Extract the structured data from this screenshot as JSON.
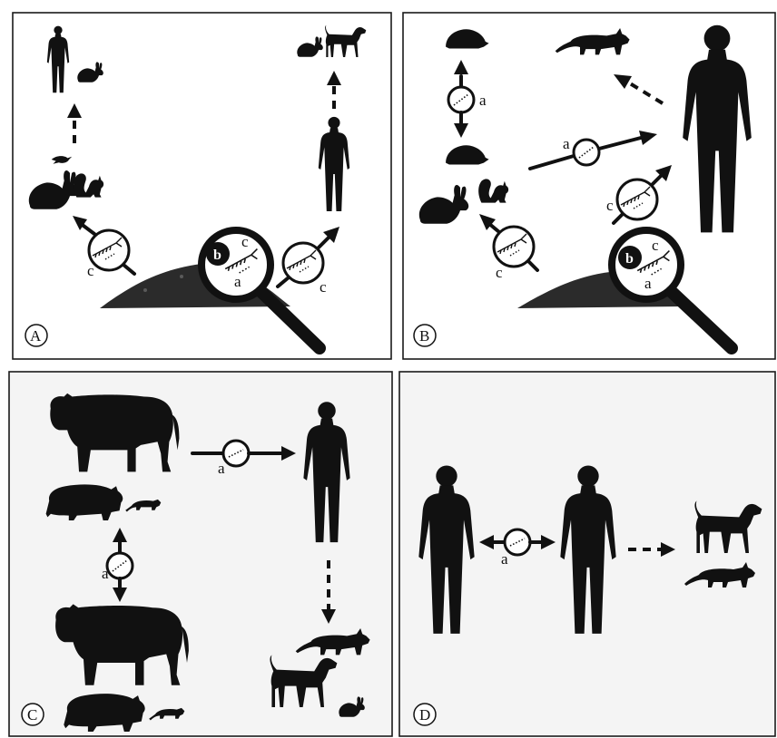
{
  "panels": [
    {
      "id": "A",
      "label": "A"
    },
    {
      "id": "B",
      "label": "B"
    },
    {
      "id": "C",
      "label": "C"
    },
    {
      "id": "D",
      "label": "D"
    }
  ],
  "letters": {
    "a": "a",
    "b": "b",
    "c": "c"
  },
  "colors": {
    "silhouette": "#111111",
    "frame": "#1a1a1a",
    "background": "#ffffff"
  }
}
